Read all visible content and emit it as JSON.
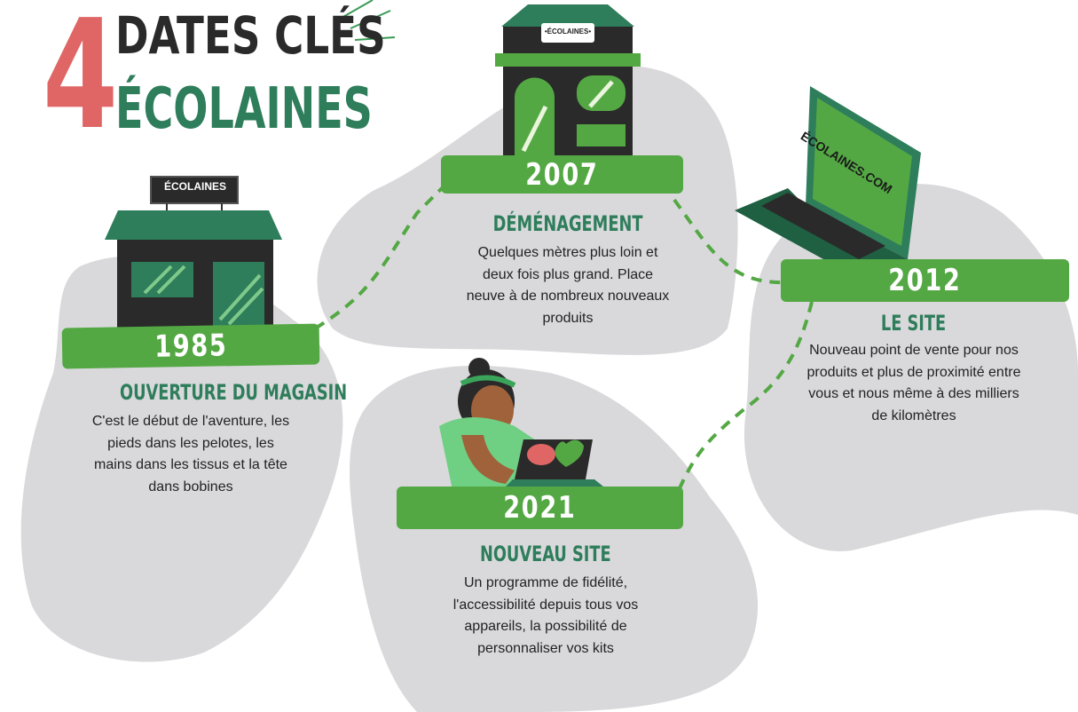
{
  "title": {
    "number": "4",
    "line1": "DATES CLÉS",
    "line2": "ÉCOLAINES"
  },
  "milestones": [
    {
      "year": "1985",
      "heading": "OUVERTURE DU MAGASIN",
      "text": "C'est le début de l'aventure, les pieds dans les pelotes, les mains dans les tissus et la tête dans bobines",
      "sign": "ÉCOLAINES"
    },
    {
      "year": "2007",
      "heading": "DÉMÉNAGEMENT",
      "text": "Quelques mètres plus loin et deux fois plus grand. Place neuve à de nombreux nouveaux produits",
      "sign": "•ÉCOLAINES•"
    },
    {
      "year": "2012",
      "heading": "LE SITE",
      "text": "Nouveau point de vente pour nos produits et plus de proximité entre vous et nous même à des milliers de kilomètres",
      "sign": "ÉCOLAINES.COM"
    },
    {
      "year": "2021",
      "heading": "NOUVEAU SITE",
      "text": "Un programme de fidélité, l'accessibilité depuis tous vos appareils, la possibilité de personnaliser vos kits"
    }
  ],
  "colors": {
    "accent_red": "#e06666",
    "dark_green": "#2e7d5b",
    "banner_green": "#54a844",
    "blob_gray": "#d9d9dc"
  }
}
